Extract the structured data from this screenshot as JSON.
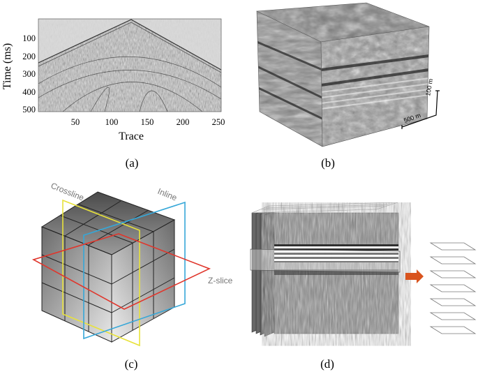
{
  "panel_a": {
    "ylabel": "Time (ms)",
    "xlabel": "Trace",
    "yticks": [
      "100",
      "200",
      "300",
      "400",
      "500"
    ],
    "xticks": [
      "50",
      "100",
      "150",
      "200",
      "250"
    ],
    "caption": "(a)"
  },
  "panel_b": {
    "scale_vertical": "100 m",
    "scale_horizontal": "500 m",
    "caption": "(b)"
  },
  "panel_c": {
    "label_crossline": "Crossline",
    "label_inline": "Inline",
    "label_zslice": "Z-slice",
    "colors": {
      "crossline": "#e8e23a",
      "inline": "#35a7d8",
      "zslice": "#e0362c"
    },
    "caption": "(c)"
  },
  "panel_d": {
    "arrow_color": "#d9541e",
    "caption": "(d)"
  }
}
